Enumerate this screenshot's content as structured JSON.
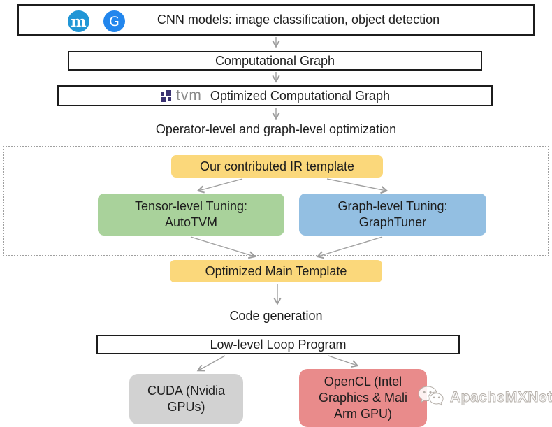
{
  "title_row": {
    "mxnet_logo": "m",
    "gluon_logo": "G",
    "label": "CNN models: image classification, object detection"
  },
  "flow": {
    "computational_graph": "Computational Graph",
    "tvm_logo": "tvm",
    "optimized_graph": "Optimized Computational Graph",
    "operator_optimization": "Operator-level and graph-level optimization",
    "ir_template": "Our contributed IR template",
    "tensor_tuning": "Tensor-level Tuning:\nAutoTVM",
    "graph_tuning": "Graph-level Tuning:\nGraphTuner",
    "optimized_main_template": "Optimized Main Template",
    "code_generation": "Code generation",
    "low_level_loop": "Low-level Loop Program",
    "cuda_backend": "CUDA (Nvidia\nGPUs)",
    "opencl_backend": "OpenCL (Intel\nGraphics & Mali\nArm GPU)"
  },
  "watermark": {
    "label": "ApacheMXNet"
  },
  "colors": {
    "template_yellow": "#FBD87B",
    "tensor_green": "#A9D29B",
    "graph_blue": "#93BFE2",
    "cuda_gray": "#D2D2D2",
    "opencl_red": "#E98B8B",
    "mxnet_blue": "#2196D6",
    "gluon_blue": "#2286ED",
    "tvm_purple": "#3A3272",
    "arrow_gray": "#9E9E9E",
    "border_black": "#1C1C1C"
  }
}
